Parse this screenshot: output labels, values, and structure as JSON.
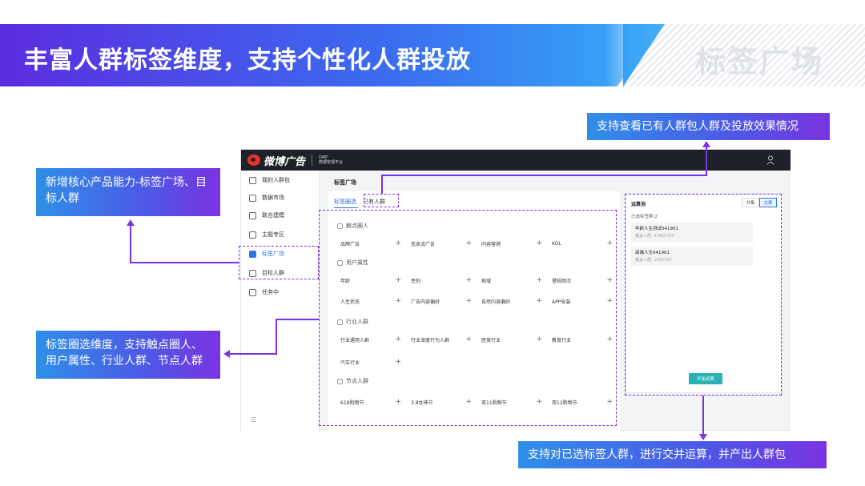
{
  "banner": {
    "title": "丰富人群标签维度，支持个性化人群投放",
    "tag": "标签广场"
  },
  "callouts": {
    "left1": "新增核心产品能力-标签广场、目标人群",
    "left2": "标签圈选维度，支持触点圈人、用户属性、行业人群、节点人群",
    "top": "支持查看已有人群包人群及投放效果情况",
    "bottom": "支持对已选标签人群，进行交并运算，并产出人群包"
  },
  "app": {
    "logo_text": "微博广告",
    "logo_sub1": "DMP",
    "logo_sub2": "数据管理平台",
    "sidebar": [
      {
        "label": "我的人群包",
        "active": false
      },
      {
        "label": "数据市场",
        "active": false
      },
      {
        "label": "联合建模",
        "active": false
      },
      {
        "label": "主题专区",
        "active": false
      },
      {
        "label": "标签广场",
        "active": true
      },
      {
        "label": "目标人群",
        "active": false
      },
      {
        "label": "任务中",
        "active": false
      }
    ],
    "page_title": "标签广场",
    "tabs": [
      "标签圈选",
      "已有人群"
    ],
    "sections": [
      {
        "title": "触点圈人",
        "tags": [
          "品牌广告",
          "信息流广告",
          "内容营销",
          "KOL"
        ]
      },
      {
        "title": "用户属性",
        "tags": [
          "年龄",
          "性别",
          "地域",
          "登陆频次",
          "人生状态",
          "广告内容偏好",
          "自然内容偏好",
          "APP安装"
        ]
      },
      {
        "title": "行业人群",
        "tags": [
          "行业通用人群",
          "行业深度行为人群",
          "医美行业",
          "教育行业",
          "汽车行业"
        ]
      },
      {
        "title": "节点人群",
        "tags": [
          "618购物节",
          "3.8女神节",
          "双11购物节",
          "双12购物节"
        ]
      }
    ],
    "pool": {
      "title": "运算池",
      "modes": [
        "并集",
        "交集"
      ],
      "selected_mode": "交集",
      "selected_count": "已选标签群:2",
      "cards": [
        {
          "title": "年龄人生测试041901",
          "sub": "覆盖人群: 63465760"
        },
        {
          "title": "高端人生041901",
          "sub": "覆盖人群: 1435769"
        }
      ],
      "run_label": "开始运算"
    }
  }
}
